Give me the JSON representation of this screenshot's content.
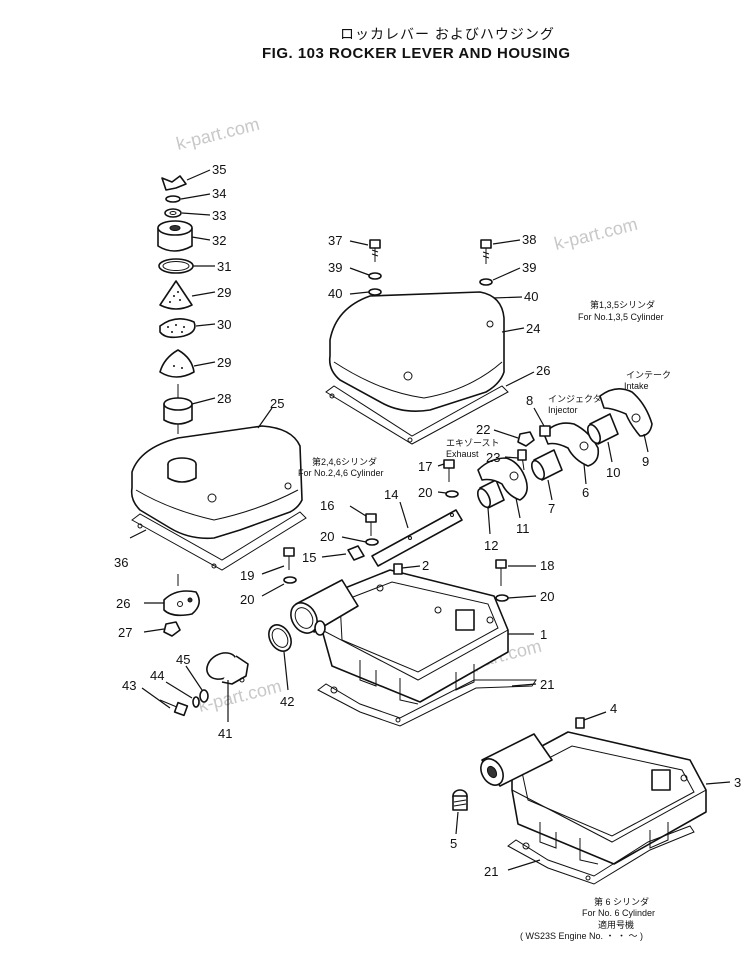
{
  "figure": {
    "title_jp": "ロッカレバー およびハウジング",
    "title": "FIG. 103   ROCKER LEVER AND HOUSING"
  },
  "watermarks": [
    "k-part.com",
    "k-part.com",
    "k-part.com",
    "k-part.com"
  ],
  "notes": {
    "cyl135_jp": "第1,3,5シリンダ",
    "cyl135": "For No.1,3,5 Cylinder",
    "cyl246_jp": "第2,4,6シリンダ",
    "cyl246": "For No.2,4,6 Cylinder",
    "intake_jp": "インテーク",
    "intake": "Intake",
    "injector_jp": "インジェクタ",
    "injector": "Injector",
    "exhaust_jp": "エキゾースト",
    "exhaust": "Exhaust",
    "cyl6_jp": "第 6 シリンダ",
    "cyl6": "For No. 6 Cylinder",
    "serial_jp": "適用号機",
    "serial": "( WS23S  Engine No.  ・ ・ ～ )"
  },
  "callouts": {
    "c35": "35",
    "c34": "34",
    "c33": "33",
    "c32": "32",
    "c31": "31",
    "c29a": "29",
    "c30": "30",
    "c29b": "29",
    "c28": "28",
    "c25": "25",
    "c36": "36",
    "c26a": "26",
    "c27": "27",
    "c37": "37",
    "c39a": "39",
    "c40a": "40",
    "c38": "38",
    "c39b": "39",
    "c40b": "40",
    "c24": "24",
    "c26b": "26",
    "c8": "8",
    "c22": "22",
    "c23": "23",
    "c17": "17",
    "c20a": "20",
    "c16": "16",
    "c14": "14",
    "c20b": "20",
    "c15": "15",
    "c19": "19",
    "c20c": "20",
    "c2": "2",
    "c18": "18",
    "c20d": "20",
    "c1": "1",
    "c12": "12",
    "c11": "11",
    "c7": "7",
    "c6": "6",
    "c10": "10",
    "c9": "9",
    "c45": "45",
    "c44": "44",
    "c43": "43",
    "c42": "42",
    "c41": "41",
    "c21a": "21",
    "c4": "4",
    "c3": "3",
    "c5": "5",
    "c21b": "21"
  }
}
